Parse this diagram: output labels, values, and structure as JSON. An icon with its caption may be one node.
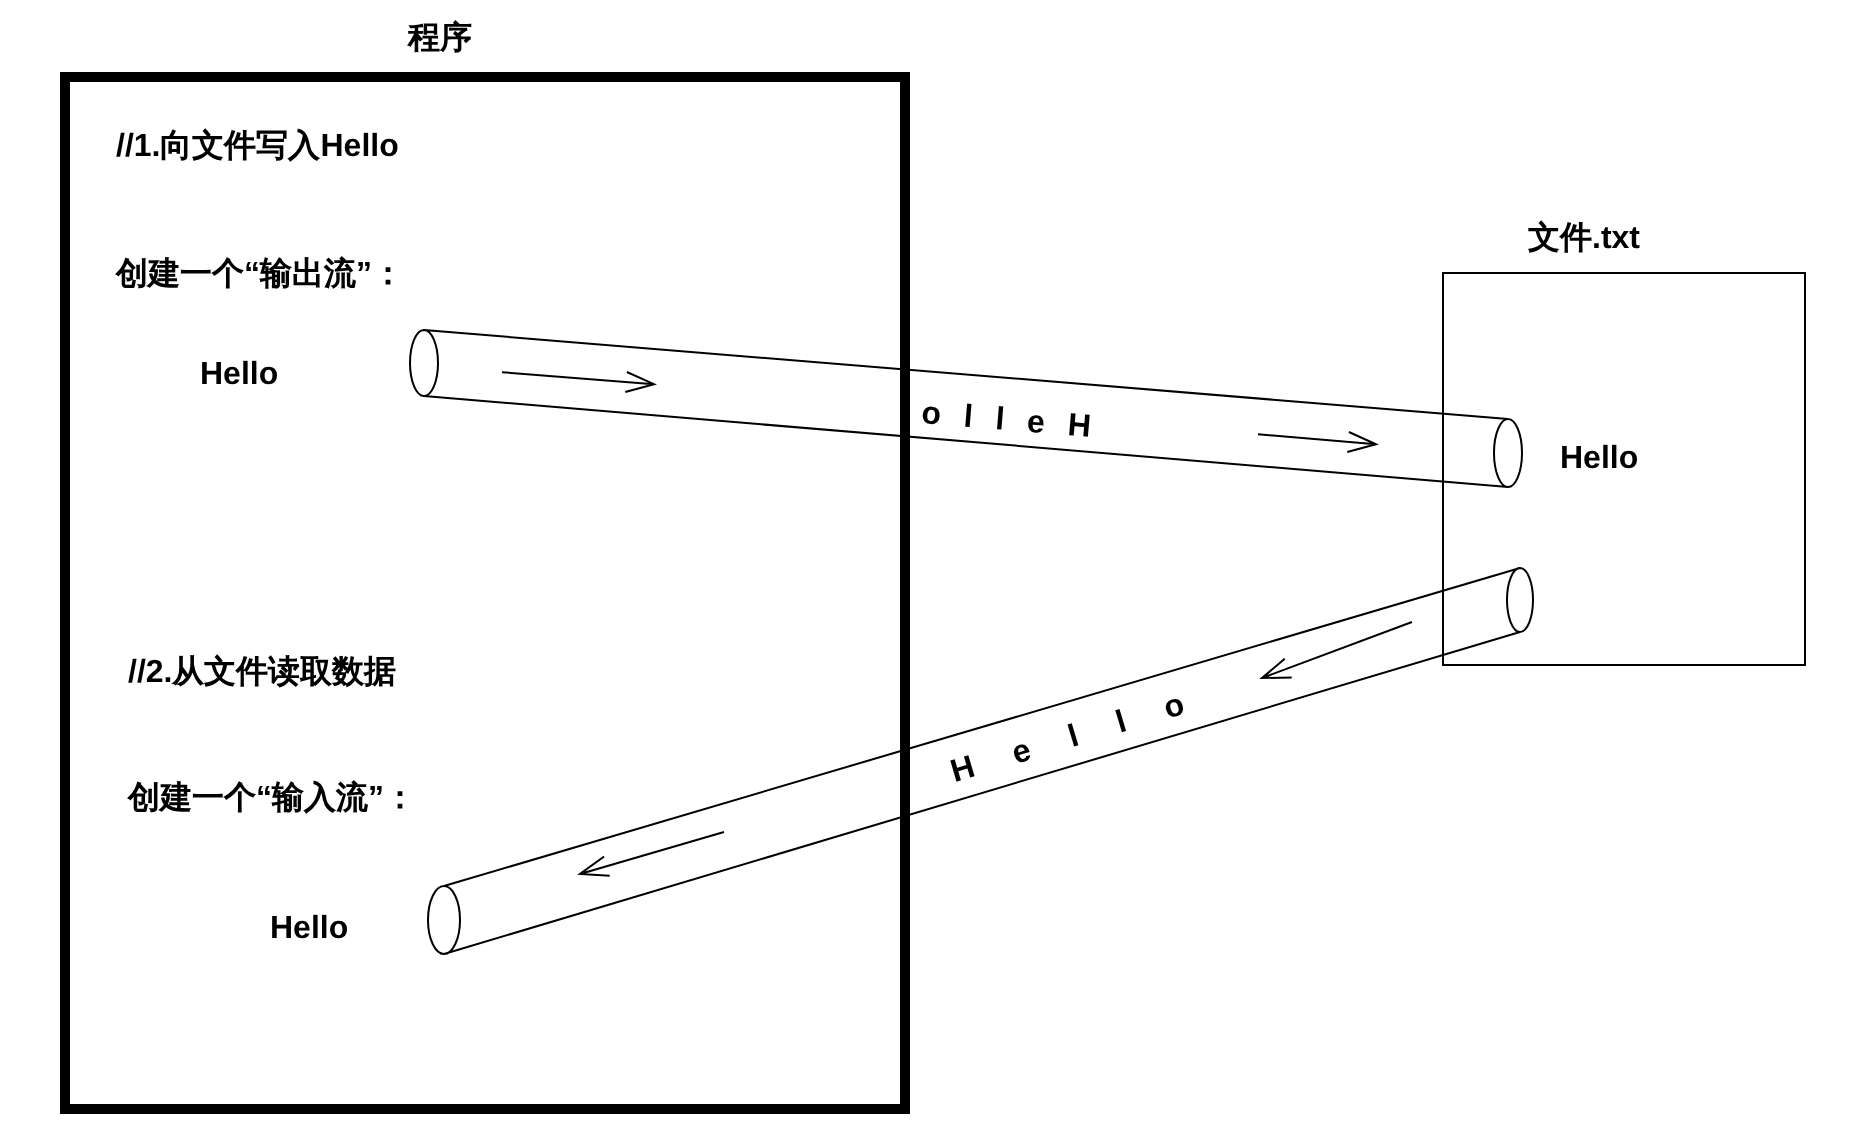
{
  "diagram": {
    "nodes": [
      {
        "text": [
          "程序",
          "//1.向文件写入Hello",
          "创建一个“输出流”：",
          "Hello",
          "//2.从文件读取数据",
          "创建一个“输入流”：",
          "Hello"
        ]
      },
      {
        "text": [
          "文件.txt",
          "Hello"
        ]
      },
      {
        "text": [
          "o l l e H"
        ]
      },
      {
        "text": [
          "H e l l o"
        ]
      }
    ]
  }
}
